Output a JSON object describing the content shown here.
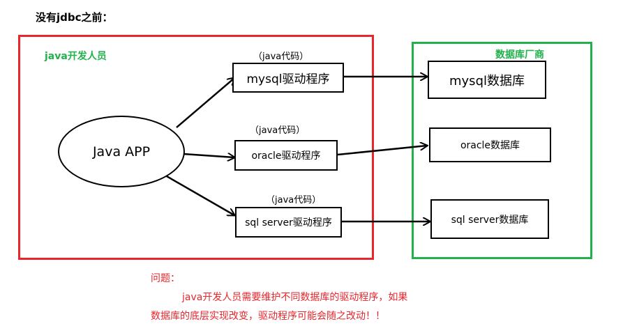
{
  "title": "没有jdbc之前：",
  "developer_group": {
    "label": "java开发人员"
  },
  "vendor_group": {
    "label": "数据库厂商"
  },
  "app": {
    "label": "Java APP"
  },
  "drivers": [
    {
      "code_label": "（java代码）",
      "label": "mysql驱动程序"
    },
    {
      "code_label": "（java代码）",
      "label": "oracle驱动程序"
    },
    {
      "code_label": "（java代码）",
      "label": "sql server驱动程序"
    }
  ],
  "databases": [
    {
      "label": "mysql数据库"
    },
    {
      "label": "oracle数据库"
    },
    {
      "label": "sql server数据库"
    }
  ],
  "note": {
    "heading": "问题：",
    "line1": "java开发人员需要维护不同数据库的驱动程序，如果",
    "line2": "数据库的底层实现改变，驱动程序可能会随之改动！！"
  },
  "colors": {
    "developer_border": "#e8262c",
    "vendor_border": "#22b14c",
    "note_text": "#e8262c",
    "group_label": "#22b14c"
  }
}
